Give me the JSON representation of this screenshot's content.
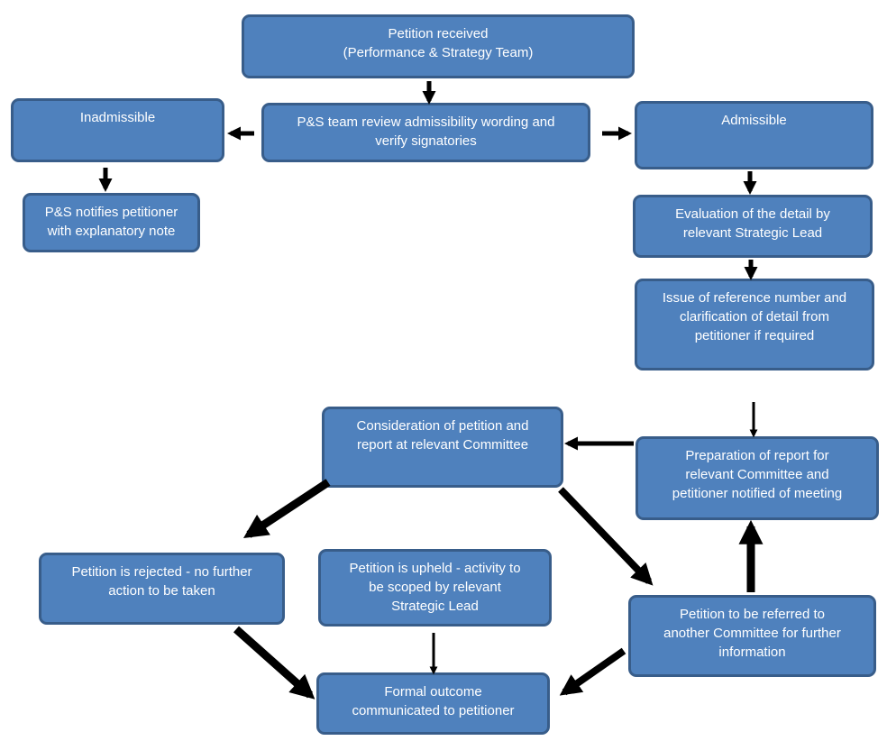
{
  "nodes": {
    "petition_received": "Petition received\n(Performance & Strategy Team)",
    "review": "P&S team review admissibility wording and\nverify signatories",
    "inadmissible": "Inadmissible",
    "admissible": "Admissible",
    "notify_petitioner": "P&S notifies petitioner\nwith explanatory note",
    "evaluation": "Evaluation of the detail by\nrelevant Strategic Lead",
    "issue_reference": "Issue of reference number and\nclarification of detail from\npetitioner if required",
    "consideration": "Consideration of petition and\nreport at relevant Committee",
    "preparation": "Preparation of report for\nrelevant Committee and\npetitioner notified of meeting",
    "rejected": "Petition is rejected - no further\naction to be taken",
    "upheld": "Petition is upheld - activity to\nbe scoped by relevant\nStrategic Lead",
    "referred": "Petition to be referred to\nanother Committee for further\ninformation",
    "formal_outcome": "Formal outcome\ncommunicated to petitioner"
  },
  "colors": {
    "box_fill": "#4f81bd",
    "box_border": "#385d8a",
    "arrow": "#000000"
  }
}
